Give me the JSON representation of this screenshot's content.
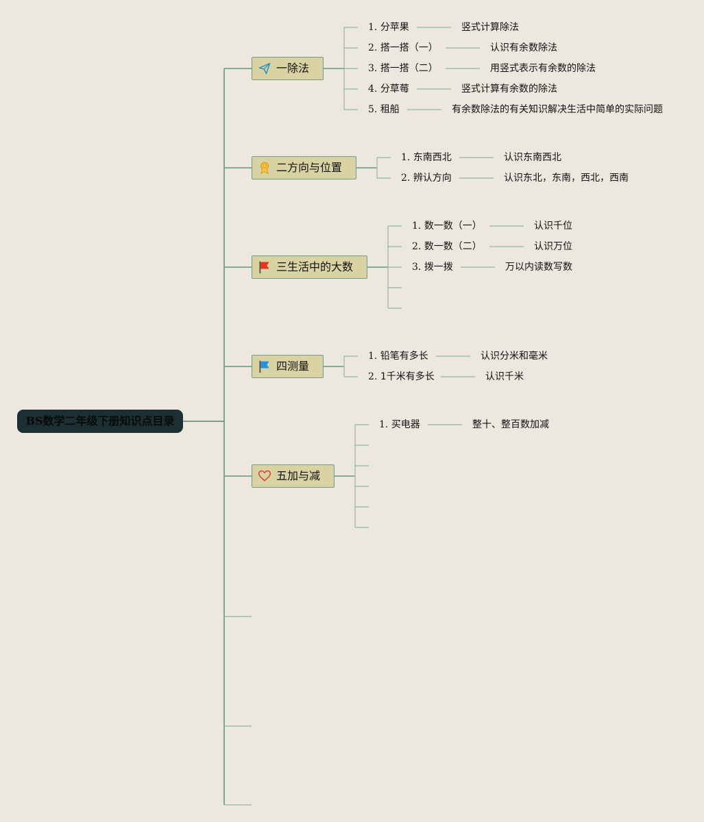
{
  "root": {
    "title": "BS数学二年级下册知识点目录"
  },
  "chapters": [
    {
      "title": "一除法",
      "icon": "paper-plane-icon",
      "lessons": [
        {
          "num": "1.",
          "name": "分苹果",
          "desc": "竖式计算除法"
        },
        {
          "num": "2.",
          "name": "搭一搭（一）",
          "desc": "认识有余数除法"
        },
        {
          "num": "3.",
          "name": "搭一搭（二）",
          "desc": "用竖式表示有余数的除法"
        },
        {
          "num": "4.",
          "name": "分草莓",
          "desc": "竖式计算有余数的除法"
        },
        {
          "num": "5.",
          "name": "租船",
          "desc": "有余数除法的有关知识解决生活中简单的实际问题"
        }
      ]
    },
    {
      "title": "二方向与位置",
      "icon": "award-medal-icon",
      "lessons": [
        {
          "num": "1.",
          "name": "东南西北",
          "desc": "认识东南西北"
        },
        {
          "num": "2.",
          "name": "辨认方向",
          "desc": "认识东北，东南，西北，西南"
        }
      ]
    },
    {
      "title": "三生活中的大数",
      "icon": "red-flag-icon",
      "lessons": [
        {
          "num": "1.",
          "name": "数一数（一）",
          "desc": "认识千位"
        },
        {
          "num": "2.",
          "name": "数一数（二）",
          "desc": "认识万位"
        },
        {
          "num": "3.",
          "name": "拨一拨",
          "desc": "万以内读数写数"
        }
      ]
    },
    {
      "title": "四测量",
      "icon": "blue-flag-icon",
      "lessons": [
        {
          "num": "1.",
          "name": "铅笔有多长",
          "desc": "认识分米和毫米"
        },
        {
          "num": "2.",
          "name": "1千米有多长",
          "desc": "认识千米"
        }
      ]
    },
    {
      "title": "五加与减",
      "icon": "heart-icon",
      "lessons": [
        {
          "num": "1.",
          "name": "买电器",
          "desc": "整十、整百数加减"
        }
      ]
    }
  ],
  "colors": {
    "background": "#ece7df",
    "root_fill": "#1c2f33",
    "topic_fill": "#d9d3a4",
    "topic_border": "#6e9c87",
    "trunk_line": "#4f8a70",
    "branch_line": "#8fb7a3"
  }
}
